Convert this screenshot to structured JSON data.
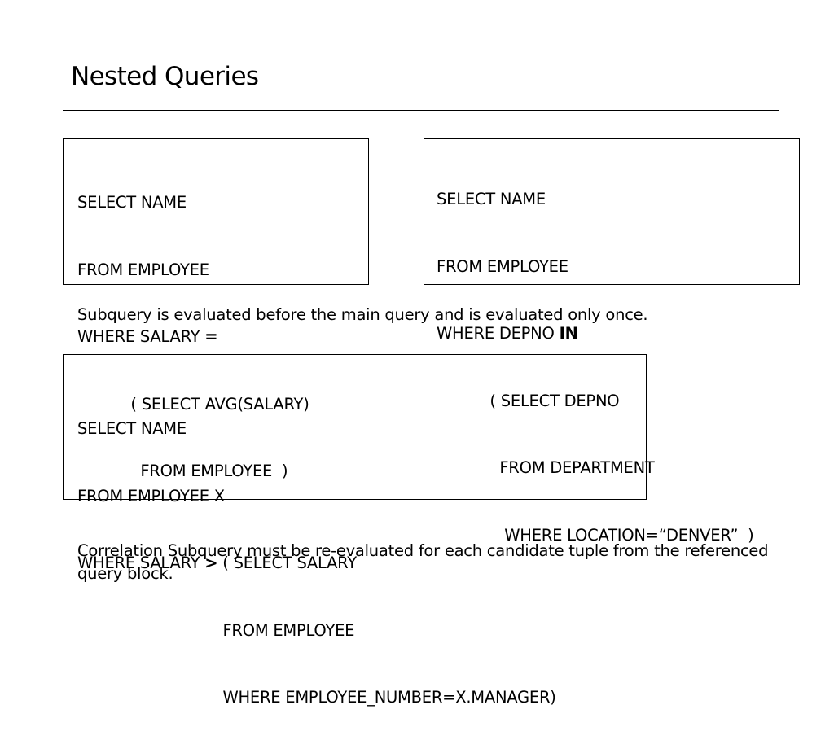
{
  "slide": {
    "title": "Nested Queries"
  },
  "query1": {
    "lines": [
      "SELECT NAME",
      "FROM EMPLOYEE",
      "WHERE SALARY ",
      "           ( SELECT AVG(SALARY)",
      "             FROM EMPLOYEE  )"
    ],
    "operator": "="
  },
  "query2": {
    "lines": [
      "SELECT NAME",
      "FROM EMPLOYEE",
      "WHERE DEPNO ",
      "           ( SELECT DEPNO",
      "             FROM DEPARTMENT",
      "              WHERE LOCATION=“DENVER”  )"
    ],
    "operator": "IN"
  },
  "note1": "Subquery is evaluated before the main query and is evaluated only once.",
  "query3": {
    "lines": [
      "SELECT NAME",
      "FROM EMPLOYEE X",
      "WHERE SALARY ",
      "                              FROM EMPLOYEE",
      "                              WHERE EMPLOYEE_NUMBER=X.MANAGER)"
    ],
    "operator": ">",
    "line3_rest": " ( SELECT SALARY"
  },
  "note2_line1": "Correlation Subquery must be re-evaluated for each candidate tuple from the referenced",
  "note2_line2": "query block."
}
